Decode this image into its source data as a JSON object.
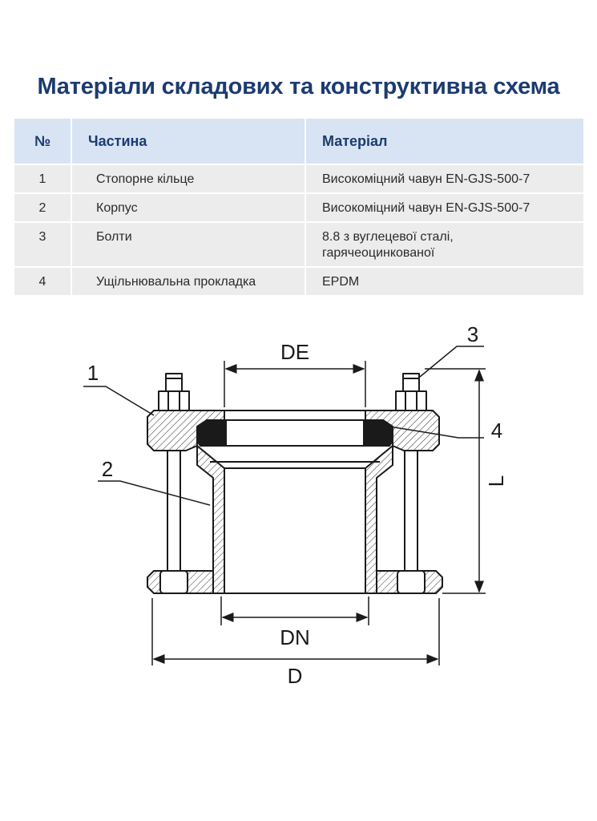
{
  "title": "Матеріали складових та конструктивна схема",
  "table": {
    "headers": [
      "№",
      "Частина",
      "Матеріал"
    ],
    "rows": [
      {
        "num": "1",
        "part": "Стопорне кільце",
        "material": [
          "Високоміцний чавун EN-GJS-500-7"
        ]
      },
      {
        "num": "2",
        "part": "Корпус",
        "material": [
          "Високоміцний чавун EN-GJS-500-7"
        ]
      },
      {
        "num": "3",
        "part": "Болти",
        "material": [
          "8.8 з вуглецевої сталі,",
          "гарячеоцинкованої"
        ]
      },
      {
        "num": "4",
        "part": "Ущільнювальна прокладка",
        "material": [
          "EPDM"
        ]
      }
    ]
  },
  "drawing": {
    "dimensions": {
      "de": "DE",
      "dn": "DN",
      "d": "D",
      "l": "L"
    },
    "callouts": {
      "c1": "1",
      "c2": "2",
      "c3": "3",
      "c4": "4"
    }
  }
}
